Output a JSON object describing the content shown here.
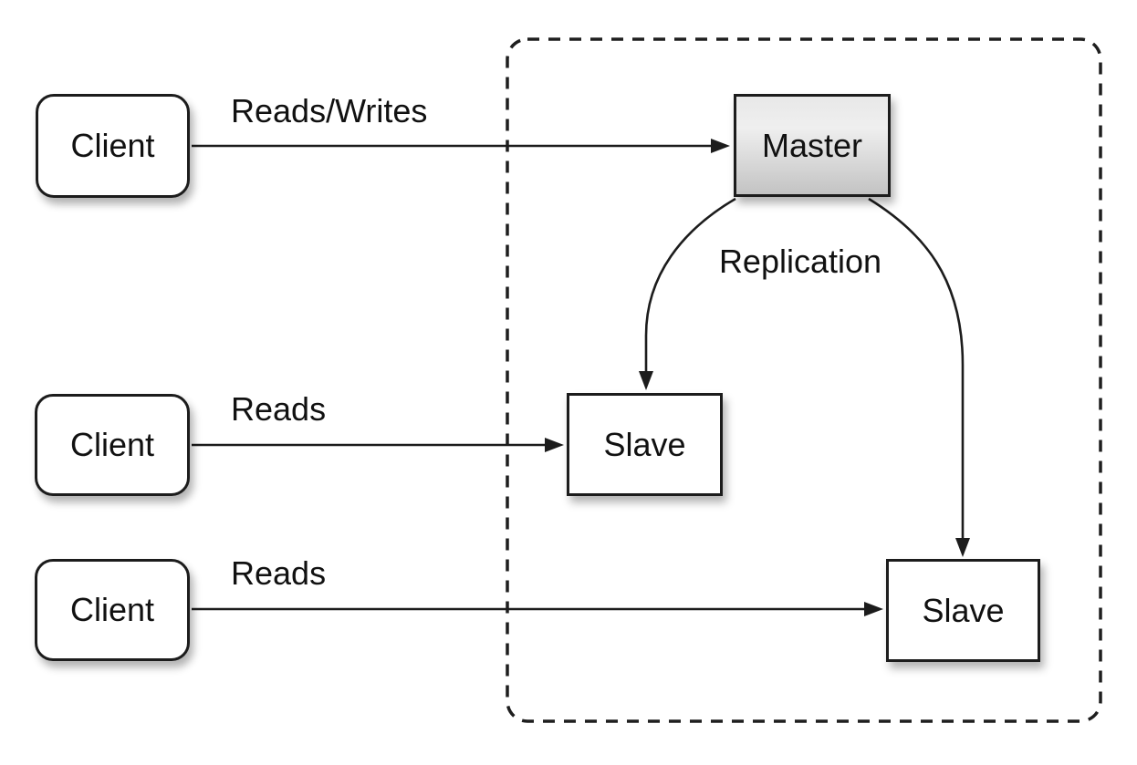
{
  "diagram": {
    "type": "master-slave-replication-architecture",
    "nodes": {
      "clients": [
        {
          "label": "Client"
        },
        {
          "label": "Client"
        },
        {
          "label": "Client"
        }
      ],
      "master": {
        "label": "Master"
      },
      "slaves": [
        {
          "label": "Slave"
        },
        {
          "label": "Slave"
        }
      ]
    },
    "edges": {
      "reads_writes": {
        "label": "Reads/Writes",
        "from": "client-1",
        "to": "master"
      },
      "reads_top": {
        "label": "Reads",
        "from": "client-2",
        "to": "slave-1"
      },
      "reads_bottom": {
        "label": "Reads",
        "from": "client-3",
        "to": "slave-2"
      },
      "replication": {
        "label": "Replication",
        "from": "master",
        "to": "slave-1, slave-2"
      }
    },
    "colors": {
      "background": "#ffffff",
      "stroke": "#1c1c1c",
      "node_fill": "#ffffff",
      "master_gradient_top": "#e8e8e8",
      "master_gradient_bottom": "#c3c3c3",
      "text": "#111111"
    }
  }
}
